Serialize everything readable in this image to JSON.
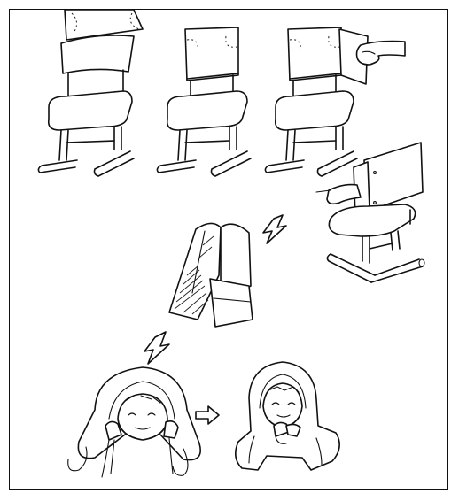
{
  "illustration": {
    "steps": [
      {
        "id": "step-1",
        "icon": "chair-with-cushion-icon"
      },
      {
        "id": "step-2",
        "icon": "chair-cover-installed-icon"
      },
      {
        "id": "step-3",
        "icon": "chair-cover-removing-icon"
      },
      {
        "id": "step-4",
        "icon": "chair-back-pulling-icon"
      },
      {
        "id": "step-5",
        "icon": "hood-unfolded-icon"
      },
      {
        "id": "step-6",
        "icon": "child-putting-on-hood-icon"
      },
      {
        "id": "step-7",
        "icon": "child-wearing-hood-icon"
      }
    ],
    "arrows": [
      "lightning-arrow-icon",
      "lightning-arrow-icon",
      "outline-arrow-icon"
    ],
    "colors": {
      "ink": "#111111",
      "paper": "#ffffff"
    }
  }
}
